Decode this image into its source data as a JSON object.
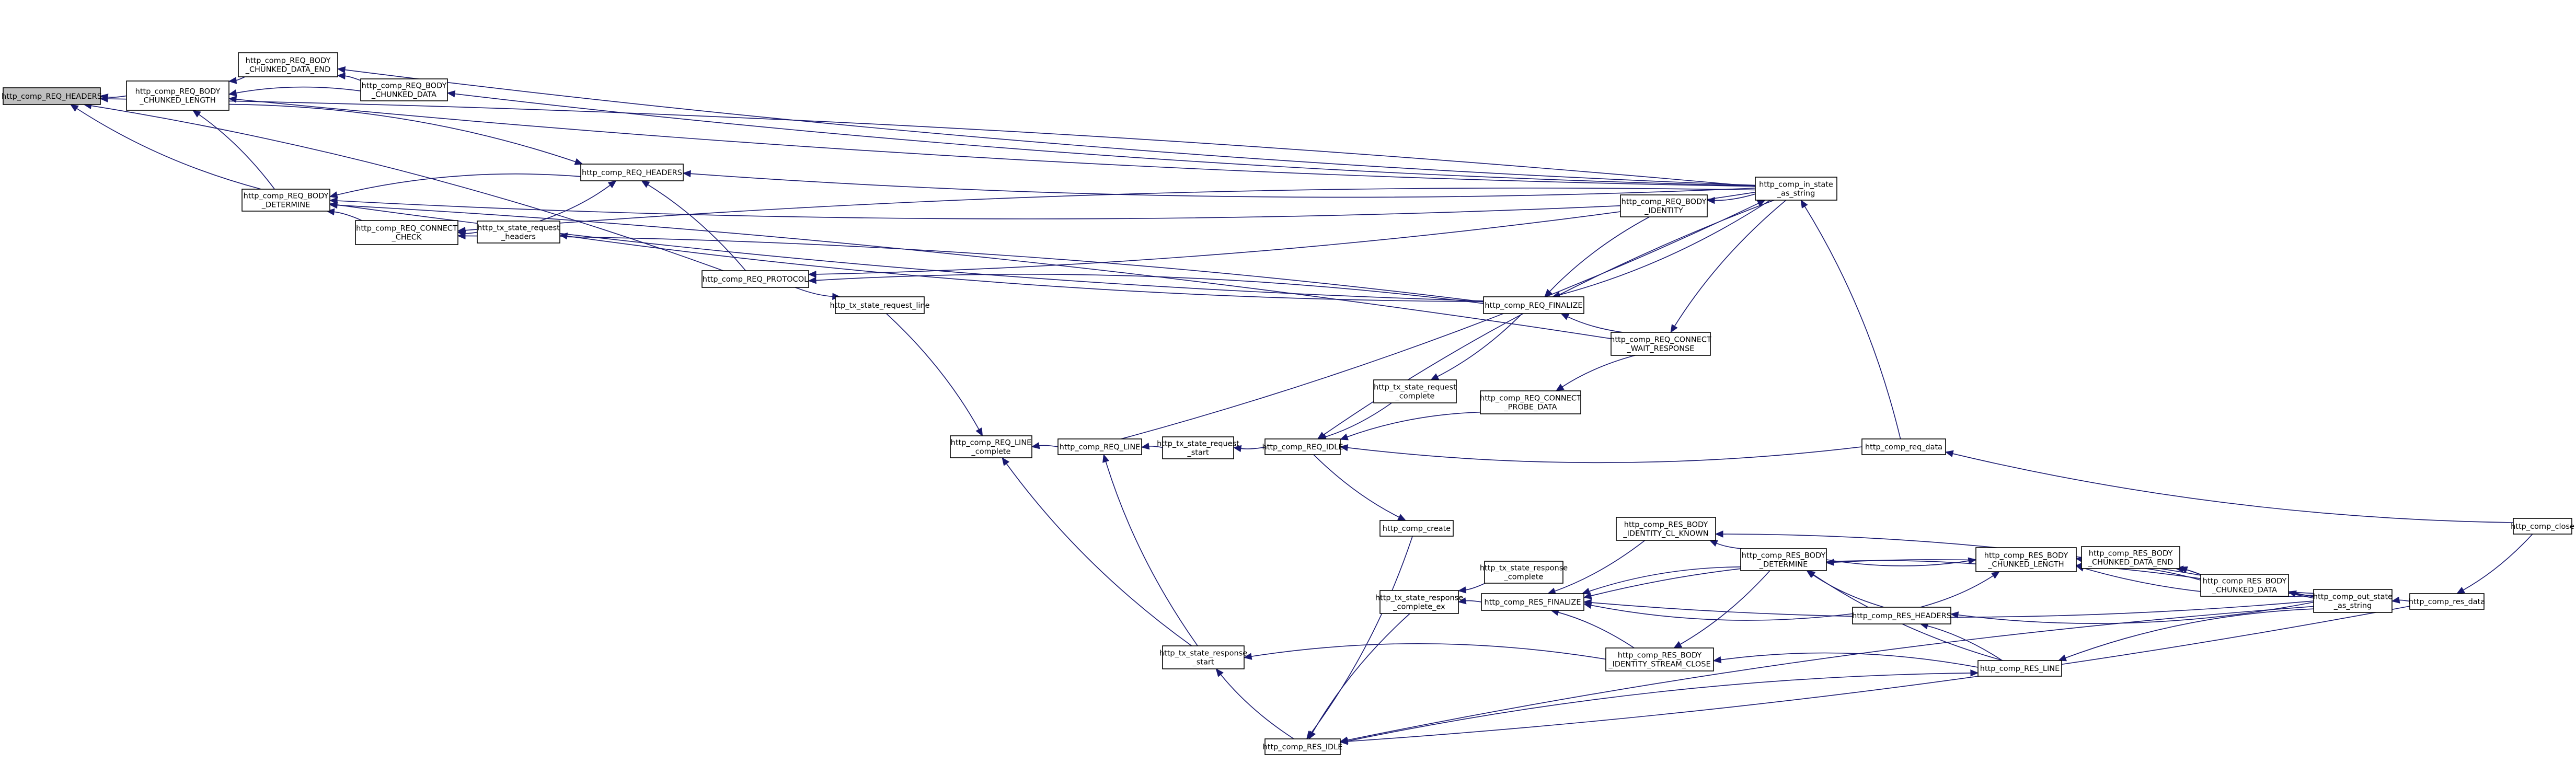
{
  "graph": {
    "colors": {
      "edge": "#191970",
      "node_border": "#000000",
      "root_fill": "#bfbfbf",
      "node_fill": "#ffffff"
    },
    "nodes": [
      {
        "id": "req_headers_root",
        "lines": [
          "http_comp_REQ_HEADERS"
        ],
        "root": true
      },
      {
        "id": "req_body_chunked_length",
        "lines": [
          "http_comp_REQ_BODY",
          "_CHUNKED_LENGTH"
        ]
      },
      {
        "id": "req_body_chunked_data_end",
        "lines": [
          "http_comp_REQ_BODY",
          "_CHUNKED_DATA_END"
        ]
      },
      {
        "id": "req_body_chunked_data",
        "lines": [
          "http_comp_REQ_BODY",
          "_CHUNKED_DATA"
        ]
      },
      {
        "id": "req_body_determine",
        "lines": [
          "http_comp_REQ_BODY",
          "_DETERMINE"
        ]
      },
      {
        "id": "req_connect_check",
        "lines": [
          "http_comp_REQ_CONNECT",
          "_CHECK"
        ]
      },
      {
        "id": "req_headers",
        "lines": [
          "http_comp_REQ_HEADERS"
        ]
      },
      {
        "id": "tx_state_request_headers",
        "lines": [
          "http_tx_state_request",
          "_headers"
        ]
      },
      {
        "id": "req_protocol",
        "lines": [
          "http_comp_REQ_PROTOCOL"
        ]
      },
      {
        "id": "tx_state_request_line",
        "lines": [
          "http_tx_state_request_line"
        ]
      },
      {
        "id": "req_line_complete",
        "lines": [
          "http_comp_REQ_LINE",
          "_complete"
        ]
      },
      {
        "id": "req_line",
        "lines": [
          "http_comp_REQ_LINE"
        ]
      },
      {
        "id": "tx_state_request_start",
        "lines": [
          "http_tx_state_request",
          "_start"
        ]
      },
      {
        "id": "req_idle",
        "lines": [
          "http_comp_REQ_IDLE"
        ]
      },
      {
        "id": "tx_state_request_complete",
        "lines": [
          "http_tx_state_request",
          "_complete"
        ]
      },
      {
        "id": "req_connect_probe_data",
        "lines": [
          "http_comp_REQ_CONNECT",
          "_PROBE_DATA"
        ]
      },
      {
        "id": "req_finalize",
        "lines": [
          "http_comp_REQ_FINALIZE"
        ]
      },
      {
        "id": "req_connect_wait_response",
        "lines": [
          "http_comp_REQ_CONNECT",
          "_WAIT_RESPONSE"
        ]
      },
      {
        "id": "req_body_identity",
        "lines": [
          "http_comp_REQ_BODY",
          "_IDENTITY"
        ]
      },
      {
        "id": "in_state_as_string",
        "lines": [
          "http_comp_in_state",
          "_as_string"
        ]
      },
      {
        "id": "req_data",
        "lines": [
          "http_comp_req_data"
        ]
      },
      {
        "id": "comp_create",
        "lines": [
          "http_comp_create"
        ]
      },
      {
        "id": "tx_state_response_complete",
        "lines": [
          "http_tx_state_response",
          "_complete"
        ]
      },
      {
        "id": "tx_state_response_complete_ex",
        "lines": [
          "http_tx_state_response",
          "_complete_ex"
        ]
      },
      {
        "id": "res_finalize",
        "lines": [
          "http_comp_RES_FINALIZE"
        ]
      },
      {
        "id": "res_body_identity_cl_known",
        "lines": [
          "http_comp_RES_BODY",
          "_IDENTITY_CL_KNOWN"
        ]
      },
      {
        "id": "res_body_determine",
        "lines": [
          "http_comp_RES_BODY",
          "_DETERMINE"
        ]
      },
      {
        "id": "res_headers",
        "lines": [
          "http_comp_RES_HEADERS"
        ]
      },
      {
        "id": "res_body_chunked_length",
        "lines": [
          "http_comp_RES_BODY",
          "_CHUNKED_LENGTH"
        ]
      },
      {
        "id": "res_body_chunked_data_end",
        "lines": [
          "http_comp_RES_BODY",
          "_CHUNKED_DATA_END"
        ]
      },
      {
        "id": "res_body_chunked_data",
        "lines": [
          "http_comp_RES_BODY",
          "_CHUNKED_DATA"
        ]
      },
      {
        "id": "out_state_as_string",
        "lines": [
          "http_comp_out_state",
          "_as_string"
        ]
      },
      {
        "id": "res_data",
        "lines": [
          "http_comp_res_data"
        ]
      },
      {
        "id": "comp_close",
        "lines": [
          "http_comp_close"
        ]
      },
      {
        "id": "tx_state_response_start",
        "lines": [
          "http_tx_state_response",
          "_start"
        ]
      },
      {
        "id": "res_body_identity_stream_close",
        "lines": [
          "http_comp_RES_BODY",
          "_IDENTITY_STREAM_CLOSE"
        ]
      },
      {
        "id": "res_line",
        "lines": [
          "http_comp_RES_LINE"
        ]
      },
      {
        "id": "res_idle",
        "lines": [
          "http_comp_RES_IDLE"
        ]
      }
    ],
    "edges": [
      [
        "req_body_chunked_length",
        "req_headers_root"
      ],
      [
        "in_state_as_string",
        "req_headers_root"
      ],
      [
        "req_body_determine",
        "req_headers_root"
      ],
      [
        "req_protocol",
        "req_headers_root"
      ],
      [
        "req_body_chunked_data_end",
        "req_body_chunked_length"
      ],
      [
        "req_body_chunked_data",
        "req_body_chunked_length"
      ],
      [
        "in_state_as_string",
        "req_body_chunked_length"
      ],
      [
        "req_body_determine",
        "req_body_chunked_length"
      ],
      [
        "in_state_as_string",
        "req_body_chunked_data_end"
      ],
      [
        "req_body_chunked_data",
        "req_body_chunked_data_end"
      ],
      [
        "in_state_as_string",
        "req_body_chunked_data"
      ],
      [
        "req_headers",
        "req_body_determine"
      ],
      [
        "req_body_identity",
        "req_body_determine"
      ],
      [
        "req_connect_check",
        "req_body_determine"
      ],
      [
        "req_finalize",
        "req_body_determine"
      ],
      [
        "req_connect_wait_response",
        "req_body_determine"
      ],
      [
        "tx_state_request_headers",
        "req_connect_check"
      ],
      [
        "in_state_as_string",
        "req_connect_check"
      ],
      [
        "req_body_chunked_length",
        "req_headers"
      ],
      [
        "tx_state_request_headers",
        "req_headers"
      ],
      [
        "in_state_as_string",
        "req_headers"
      ],
      [
        "req_protocol",
        "req_headers"
      ],
      [
        "req_finalize",
        "tx_state_request_headers"
      ],
      [
        "req_finalize",
        "req_protocol"
      ],
      [
        "in_state_as_string",
        "req_protocol"
      ],
      [
        "req_protocol",
        "tx_state_request_line"
      ],
      [
        "tx_state_request_line",
        "req_line_complete"
      ],
      [
        "req_line",
        "req_line_complete"
      ],
      [
        "tx_state_response_start",
        "req_line_complete"
      ],
      [
        "tx_state_request_start",
        "req_line"
      ],
      [
        "tx_state_response_start",
        "req_line"
      ],
      [
        "req_line",
        "in_state_as_string"
      ],
      [
        "req_idle",
        "tx_state_request_start"
      ],
      [
        "req_finalize",
        "req_connect_check"
      ],
      [
        "tx_state_request_complete",
        "req_idle"
      ],
      [
        "req_connect_probe_data",
        "req_idle"
      ],
      [
        "req_data",
        "req_idle"
      ],
      [
        "in_state_as_string",
        "req_idle"
      ],
      [
        "req_finalize",
        "tx_state_request_complete"
      ],
      [
        "req_connect_wait_response",
        "req_connect_probe_data"
      ],
      [
        "in_state_as_string",
        "req_finalize"
      ],
      [
        "req_body_identity",
        "req_finalize"
      ],
      [
        "req_connect_wait_response",
        "req_finalize"
      ],
      [
        "in_state_as_string",
        "req_connect_wait_response"
      ],
      [
        "in_state_as_string",
        "req_body_identity"
      ],
      [
        "req_data",
        "in_state_as_string"
      ],
      [
        "comp_close",
        "req_data"
      ],
      [
        "req_idle",
        "comp_create"
      ],
      [
        "comp_create",
        "res_idle"
      ],
      [
        "res_finalize",
        "tx_state_response_complete_ex"
      ],
      [
        "tx_state_response_complete",
        "tx_state_response_complete_ex"
      ],
      [
        "tx_state_response_complete_ex",
        "res_idle"
      ],
      [
        "res_body_identity_cl_known",
        "res_finalize"
      ],
      [
        "res_body_determine",
        "res_finalize"
      ],
      [
        "res_headers",
        "res_finalize"
      ],
      [
        "res_body_chunked_length",
        "res_finalize"
      ],
      [
        "out_state_as_string",
        "res_finalize"
      ],
      [
        "res_body_identity_stream_close",
        "res_finalize"
      ],
      [
        "res_body_determine",
        "res_body_identity_cl_known"
      ],
      [
        "out_state_as_string",
        "res_body_identity_cl_known"
      ],
      [
        "res_headers",
        "res_body_determine"
      ],
      [
        "out_state_as_string",
        "res_body_determine"
      ],
      [
        "res_line",
        "res_body_determine"
      ],
      [
        "res_body_determine",
        "res_body_chunked_length"
      ],
      [
        "res_body_chunked_data_end",
        "res_body_chunked_length"
      ],
      [
        "res_body_chunked_data",
        "res_body_chunked_length"
      ],
      [
        "out_state_as_string",
        "res_body_chunked_length"
      ],
      [
        "res_headers",
        "res_body_chunked_length"
      ],
      [
        "out_state_as_string",
        "res_body_chunked_data_end"
      ],
      [
        "res_body_chunked_data",
        "res_body_chunked_data_end"
      ],
      [
        "out_state_as_string",
        "res_body_chunked_data"
      ],
      [
        "res_line",
        "res_headers"
      ],
      [
        "out_state_as_string",
        "res_headers"
      ],
      [
        "res_data",
        "out_state_as_string"
      ],
      [
        "comp_close",
        "res_data"
      ],
      [
        "res_body_identity_stream_close",
        "tx_state_response_start"
      ],
      [
        "res_idle",
        "tx_state_response_start"
      ],
      [
        "res_line",
        "res_body_identity_stream_close"
      ],
      [
        "res_body_determine",
        "res_body_identity_stream_close"
      ],
      [
        "out_state_as_string",
        "res_line"
      ],
      [
        "res_idle",
        "res_line"
      ],
      [
        "out_state_as_string",
        "res_idle"
      ],
      [
        "res_data",
        "res_idle"
      ]
    ]
  }
}
